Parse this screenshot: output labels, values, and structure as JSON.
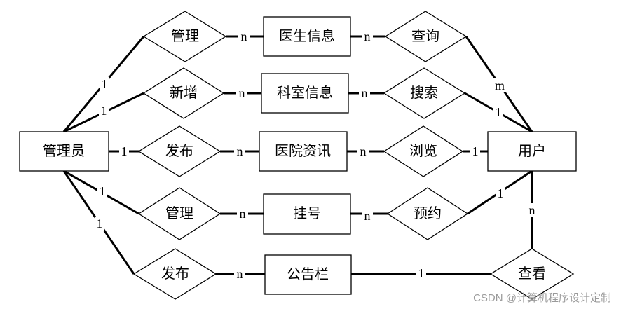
{
  "entities": {
    "admin": "管理员",
    "doctor": "医生信息",
    "dept": "科室信息",
    "news": "医院资讯",
    "register": "挂号",
    "notice": "公告栏",
    "user": "用户"
  },
  "relations": {
    "manage_doctor": "管理",
    "add_dept": "新增",
    "publish_news": "发布",
    "manage_register": "管理",
    "publish_notice": "发布",
    "query": "查询",
    "search": "搜索",
    "browse": "浏览",
    "reserve": "预约",
    "view": "查看"
  },
  "cardinalities": {
    "admin_manage_doctor": "1",
    "manage_doctor_doctor": "n",
    "doctor_query": "n",
    "query_user": "m",
    "admin_add_dept": "1",
    "add_dept_dept": "n",
    "dept_search": "n",
    "search_user": "1",
    "admin_publish_news": "1",
    "publish_news_news": "n",
    "news_browse": "n",
    "browse_user": "1",
    "admin_manage_register": "1",
    "manage_register_register": "n",
    "register_reserve": "n",
    "reserve_user": "1",
    "admin_publish_notice": "1",
    "publish_notice_notice": "n",
    "notice_view": "1",
    "view_user": "n"
  },
  "watermark": "CSDN @计算机程序设计定制"
}
